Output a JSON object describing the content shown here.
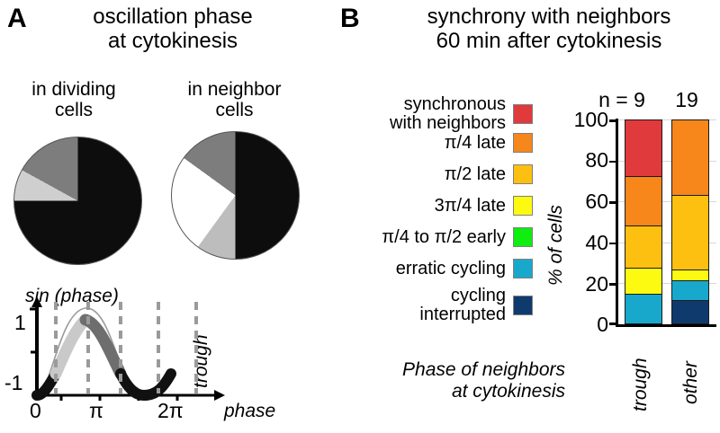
{
  "figure": {
    "panel_a": {
      "letter": "A",
      "title": "oscillation phase\nat cytokinesis",
      "pies": [
        {
          "heading": "in dividing\ncells",
          "slices": [
            {
              "name": "black",
              "color": "#0d0d0d",
              "percent": 75
            },
            {
              "name": "dark-gray",
              "color": "#7d7d7d",
              "percent": 17
            },
            {
              "name": "light-gray",
              "color": "#cfcfcf",
              "percent": 8
            }
          ]
        },
        {
          "heading": "in neighbor\ncells",
          "slices": [
            {
              "name": "black",
              "color": "#0d0d0d",
              "percent": 50
            },
            {
              "name": "light-gray",
              "color": "#bdbdbd",
              "percent": 10
            },
            {
              "name": "white",
              "color": "#ffffff",
              "percent": 25
            },
            {
              "name": "dark-gray",
              "color": "#7d7d7d",
              "percent": 15
            }
          ]
        }
      ],
      "sine_plot": {
        "ylabel": "sin (phase)",
        "xlabel": "phase",
        "ytick_top": "1",
        "ytick_bottom": "-1",
        "xticks": [
          "0",
          "π",
          "2π"
        ],
        "annotation": "trough",
        "ylim": [
          -1,
          1
        ],
        "xlim_radians": [
          0,
          7.85
        ],
        "dashed_phase_marks": [
          0.785,
          2.356,
          3.927,
          5.498,
          7.069
        ],
        "segment_colors": {
          "trough": "#111111",
          "rising": "#c9c9c9",
          "falling": "#6e6e6e",
          "thin_curve": "#9a9a9a"
        }
      }
    },
    "panel_b": {
      "letter": "B",
      "title": "synchrony with neighbors\n60 min after cytokinesis",
      "legend": [
        {
          "label": "synchronous\nwith neighbors",
          "color": "#e03a3c",
          "key": "synchronous"
        },
        {
          "label": "π/4 late",
          "color": "#f7861b",
          "key": "pi4_late"
        },
        {
          "label": "π/2 late",
          "color": "#fdc010",
          "key": "pi2_late"
        },
        {
          "label": "3π/4 late",
          "color": "#fdfa12",
          "key": "pi34_late"
        },
        {
          "label": "π/4 to π/2 early",
          "color": "#10ed10",
          "key": "early"
        },
        {
          "label": "erratic cycling",
          "color": "#18a8cc",
          "key": "erratic"
        },
        {
          "label": "cycling\ninterrupted",
          "color": "#0f3a6e",
          "key": "interrupted"
        }
      ],
      "n_prefix": "n = ",
      "n_values": [
        "9",
        "19"
      ],
      "xaxis_caption": "Phase of neighbors\nat cytokinesis"
    },
    "chart_data": {
      "type": "bar",
      "title": "synchrony with neighbors 60 min after cytokinesis",
      "xlabel": "Phase of neighbors at cytokinesis",
      "ylabel": "% of cells",
      "ylim": [
        0,
        100
      ],
      "yticks": [
        0,
        20,
        40,
        60,
        80,
        100
      ],
      "grid": true,
      "stacked": true,
      "legend_position": "left",
      "categories": [
        "trough",
        "other"
      ],
      "sample_sizes": [
        9,
        19
      ],
      "series": [
        {
          "name": "cycling interrupted",
          "color": "#0f3a6e",
          "values": [
            0,
            11
          ]
        },
        {
          "name": "erratic cycling",
          "color": "#18a8cc",
          "values": [
            14,
            10
          ]
        },
        {
          "name": "π/4 to π/2 early",
          "color": "#10ed10",
          "values": [
            0,
            0
          ]
        },
        {
          "name": "3π/4 late",
          "color": "#fdfa12",
          "values": [
            13,
            5
          ]
        },
        {
          "name": "π/2 late",
          "color": "#fdc010",
          "values": [
            21,
            37
          ]
        },
        {
          "name": "π/4 late",
          "color": "#f7861b",
          "values": [
            24,
            37
          ]
        },
        {
          "name": "synchronous with neighbors",
          "color": "#e03a3c",
          "values": [
            28,
            0
          ]
        }
      ]
    }
  }
}
